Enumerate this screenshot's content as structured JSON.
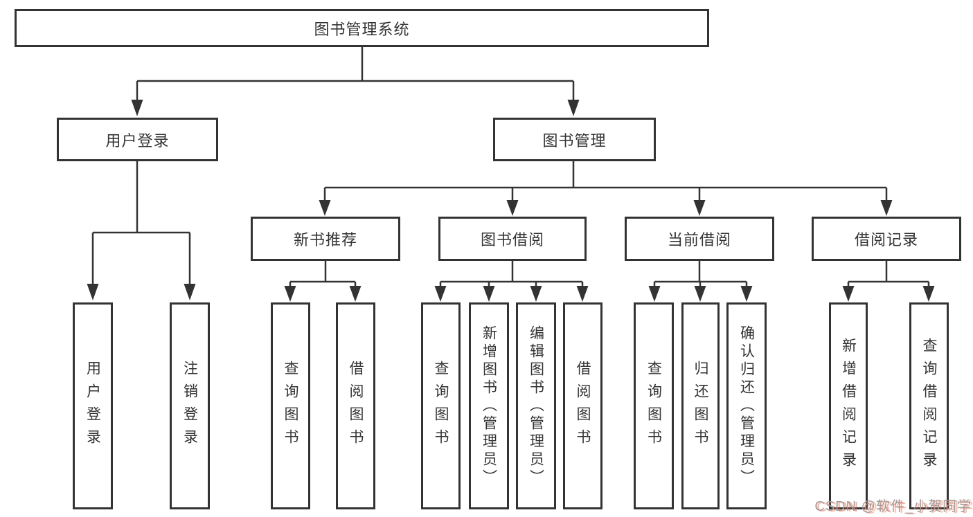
{
  "nodes": {
    "root": "图书管理系统",
    "user_login": "用户登录",
    "book_mgmt": "图书管理",
    "new_book_rec": "新书推荐",
    "book_borrow": "图书借阅",
    "current_borrow": "当前借阅",
    "borrow_records": "借阅记录"
  },
  "leaves": [
    "用户登录",
    "注销登录",
    "查询图书",
    "借阅图书",
    "查询图书",
    "新增图书（管理员）",
    "编辑图书（管理员）",
    "借阅图书",
    "查询图书",
    "归还图书",
    "确认归还（管理员）",
    "新增借阅记录",
    "查询借阅记录"
  ],
  "watermark": "CSDN @软件_小贺同学",
  "colors": {
    "line": "#333333",
    "text": "#333333",
    "watermark_gray": "#9e9e9e",
    "watermark_red": "#fc5531"
  }
}
